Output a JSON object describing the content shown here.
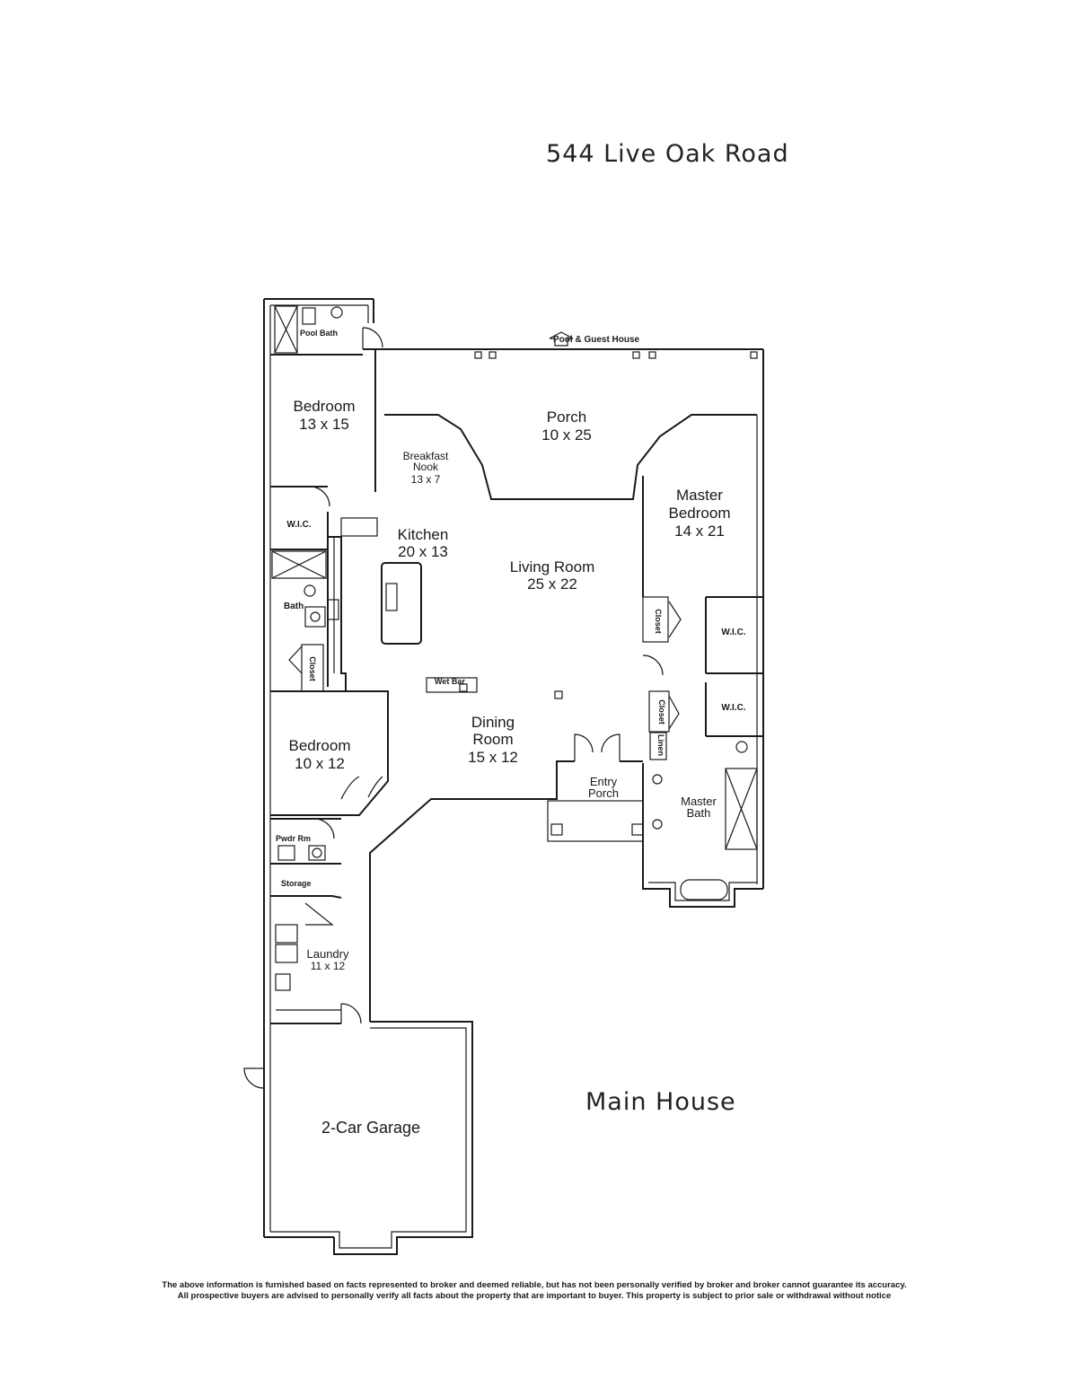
{
  "document": {
    "address": "544 Live Oak Road",
    "section_title": "Main House",
    "disclaimer_line1": "The above information is furnished based on facts represented to broker and deemed reliable, but has not been personally verified by broker and broker cannot guarantee its accuracy.",
    "disclaimer_line2": "All prospective buyers are advised to personally verify all facts about the property that are important to buyer. This property is subject to prior sale or withdrawal without notice"
  },
  "floorplan": {
    "pool_guest_house": "Pool & Guest House",
    "rooms": {
      "pool_bath": "Pool Bath",
      "bedroom1_name": "Bedroom",
      "bedroom1_size": "13 x 15",
      "porch_name": "Porch",
      "porch_size": "10 x 25",
      "breakfast_name1": "Breakfast",
      "breakfast_name2": "Nook",
      "breakfast_size": "13 x 7",
      "wic1": "W.I.C.",
      "kitchen_name": "Kitchen",
      "kitchen_size": "20 x 13",
      "living_name": "Living Room",
      "living_size": "25 x 22",
      "master_name1": "Master",
      "master_name2": "Bedroom",
      "master_size": "14 x 21",
      "bath": "Bath",
      "closet1": "Closet",
      "closet2": "Closet",
      "closet3": "Closet",
      "wic2": "W.I.C.",
      "wic3": "W.I.C.",
      "wet_bar": "Wet Bar",
      "linen": "Linen",
      "dining_name1": "Dining",
      "dining_name2": "Room",
      "dining_size": "15 x 12",
      "bedroom2_name": "Bedroom",
      "bedroom2_size": "10 x 12",
      "entry_name1": "Entry",
      "entry_name2": "Porch",
      "master_bath1": "Master",
      "master_bath2": "Bath",
      "pwdr": "Pwdr Rm",
      "storage": "Storage",
      "laundry_name": "Laundry",
      "laundry_size": "11 x 12",
      "garage": "2-Car Garage"
    }
  }
}
